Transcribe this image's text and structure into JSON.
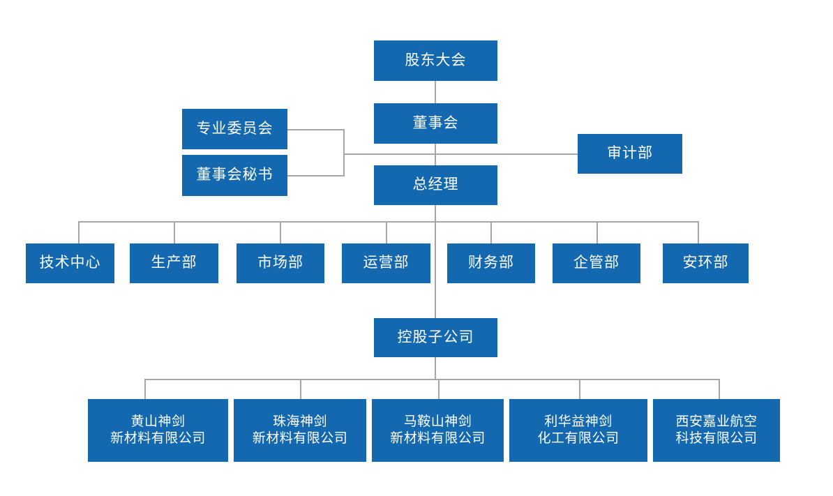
{
  "chart_data": {
    "type": "diagram",
    "diagram_kind": "organizational-chart",
    "title": "",
    "colors": {
      "node_fill": "#1368b0",
      "node_text": "#ffffff",
      "connector": "#a6a6a6",
      "background": "#ffffff"
    },
    "levels": [
      {
        "level": 1,
        "nodes": [
          "shareholders_meeting"
        ]
      },
      {
        "level": 2,
        "nodes": [
          "board_of_directors"
        ]
      },
      {
        "level": 3,
        "nodes": [
          "general_manager"
        ]
      },
      {
        "level": 4,
        "nodes": [
          "departments"
        ]
      },
      {
        "level": 5,
        "nodes": [
          "holding_subsidiaries"
        ]
      },
      {
        "level": 6,
        "nodes": [
          "subsidiaries"
        ]
      }
    ],
    "edges": [
      {
        "from": "shareholders_meeting",
        "to": "board_of_directors"
      },
      {
        "from": "board_of_directors",
        "to": "general_manager"
      },
      {
        "from": "board_of_directors",
        "to": "audit_department"
      },
      {
        "from": "board_of_directors",
        "to": "professional_committee"
      },
      {
        "from": "board_of_directors",
        "to": "board_secretary"
      },
      {
        "from": "general_manager",
        "to": "departments"
      },
      {
        "from": "general_manager",
        "to": "holding_subsidiaries"
      },
      {
        "from": "holding_subsidiaries",
        "to": "subsidiaries"
      }
    ]
  },
  "top": {
    "shareholders_meeting": "股东大会",
    "board_of_directors": "董事会",
    "general_manager": "总经理"
  },
  "left_staff": {
    "professional_committee": "专业委员会",
    "board_secretary": "董事会秘书"
  },
  "right_staff": {
    "audit_department": "审计部"
  },
  "departments": [
    {
      "id": "tech-center",
      "label": "技术中心"
    },
    {
      "id": "production",
      "label": "生产部"
    },
    {
      "id": "marketing",
      "label": "市场部"
    },
    {
      "id": "operations",
      "label": "运营部"
    },
    {
      "id": "finance",
      "label": "财务部"
    },
    {
      "id": "enterprise-management",
      "label": "企管部"
    },
    {
      "id": "safety-environment",
      "label": "安环部"
    }
  ],
  "holding": {
    "label": "控股子公司"
  },
  "subsidiaries": [
    {
      "id": "huangshan",
      "line1": "黄山神剑",
      "line2": "新材料有限公司"
    },
    {
      "id": "zhuhai",
      "line1": "珠海神剑",
      "line2": "新材料有限公司"
    },
    {
      "id": "maanshan",
      "line1": "马鞍山神剑",
      "line2": "新材料有限公司"
    },
    {
      "id": "lihuayi",
      "line1": "利华益神剑",
      "line2": "化工有限公司"
    },
    {
      "id": "xian-jiaye",
      "line1": "西安嘉业航空",
      "line2": "科技有限公司"
    }
  ]
}
